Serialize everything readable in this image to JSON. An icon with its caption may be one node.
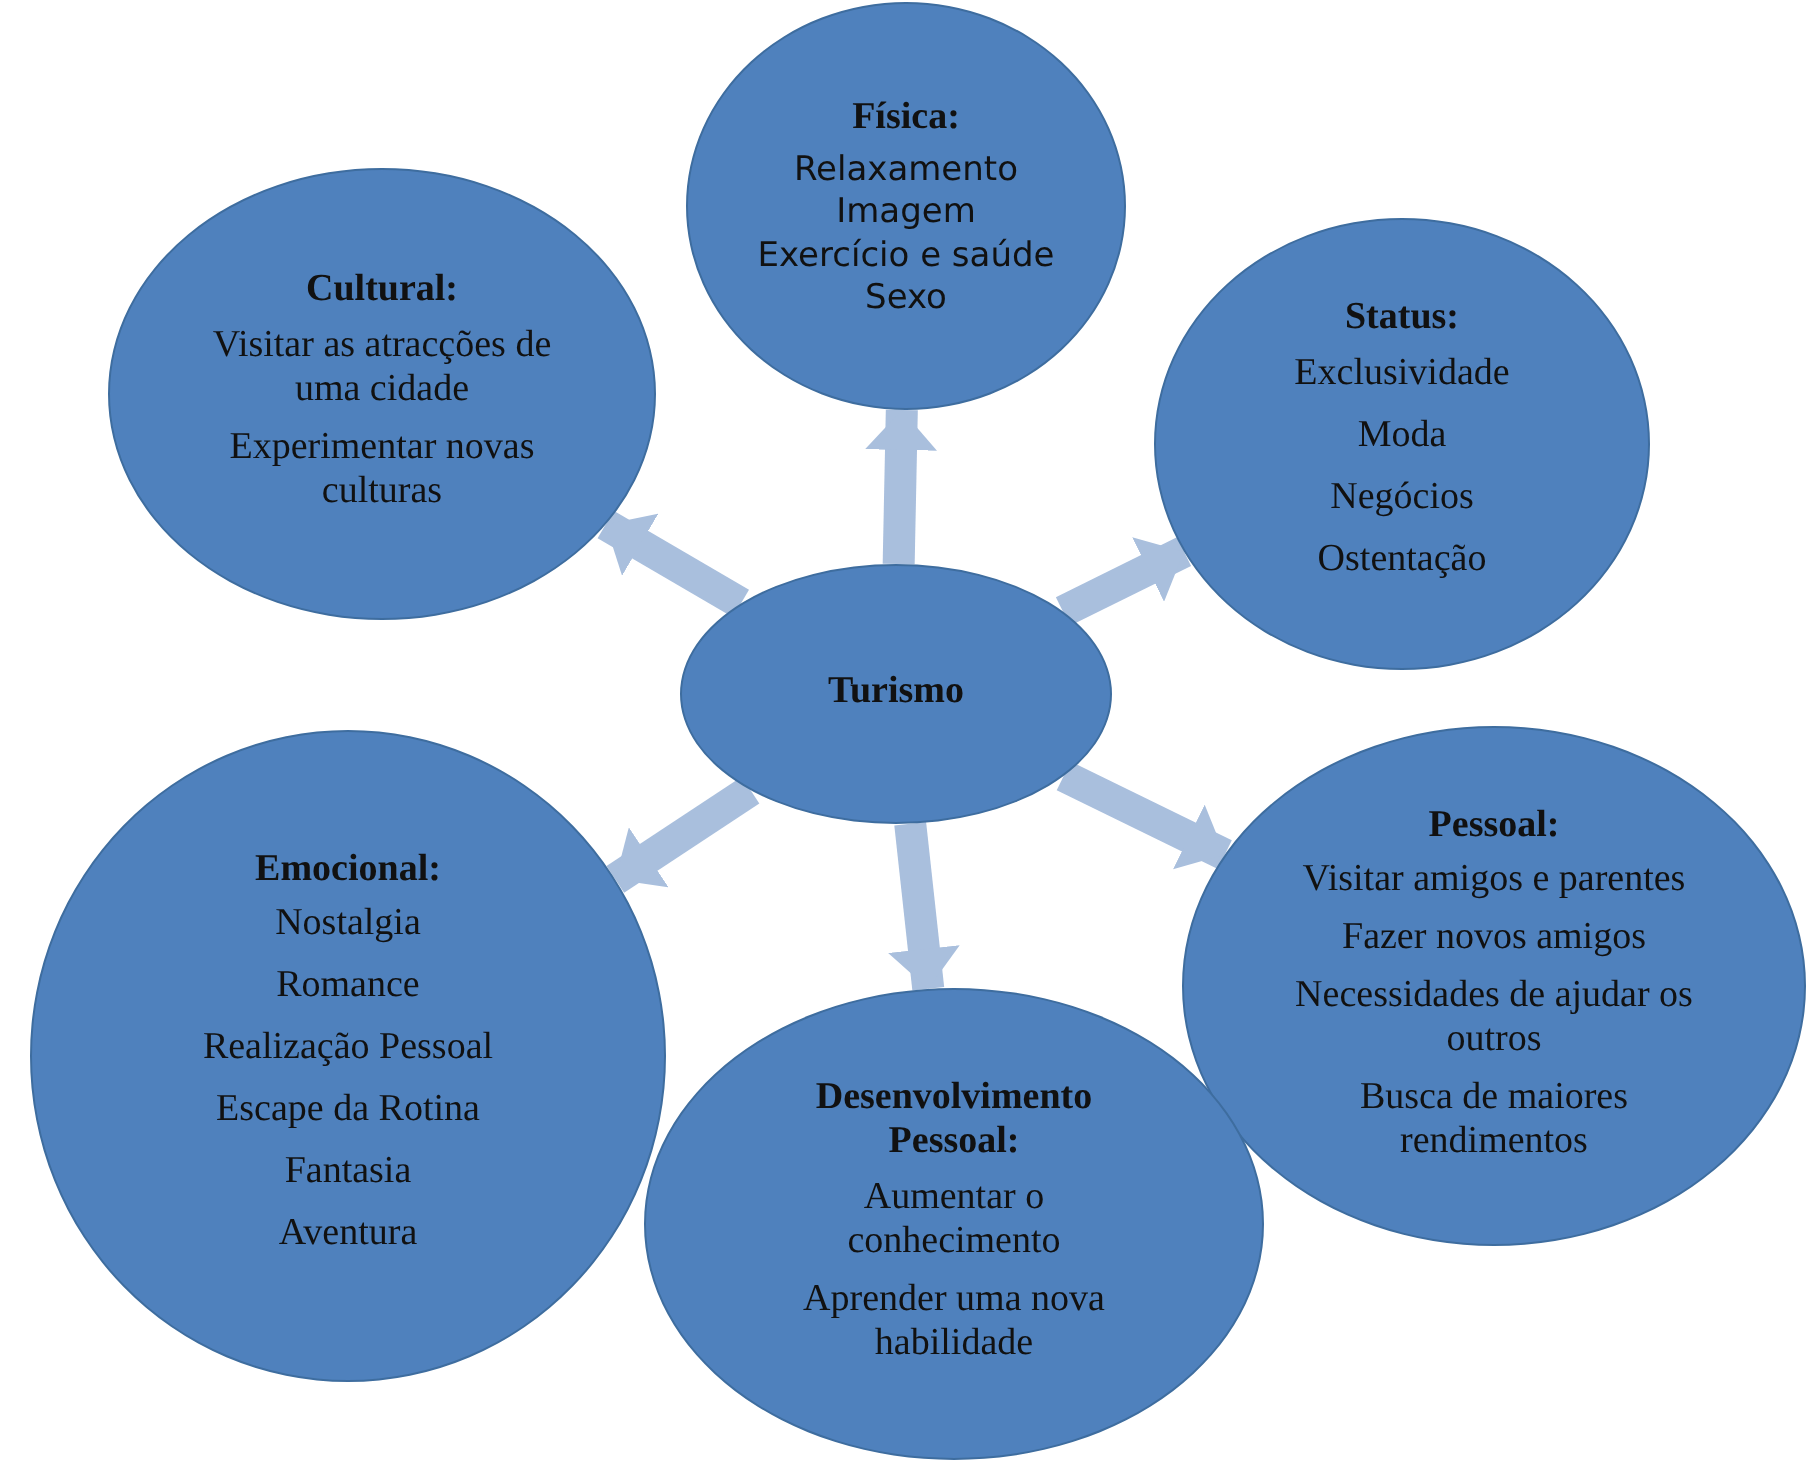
{
  "diagram": {
    "nodes": [
      {
        "text": [
          "Física:",
          "Relaxamento",
          "Imagem",
          "Exercício e saúde",
          "Sexo"
        ]
      },
      {
        "text": [
          "Cultural:",
          "Visitar as atracções de uma cidade",
          "Experimentar novas culturas"
        ]
      },
      {
        "text": [
          "Status:",
          "Exclusividade",
          "Moda",
          "Negócios",
          "Ostentação"
        ]
      },
      {
        "text": [
          "Turismo"
        ]
      },
      {
        "text": [
          "Emocional:",
          "Nostalgia",
          "Romance",
          "Realização Pessoal",
          "Escape da Rotina",
          "Fantasia",
          "Aventura"
        ]
      },
      {
        "text": [
          "Pessoal:",
          "Visitar amigos e parentes",
          "Fazer novos amigos",
          "Necessidades de ajudar os outros",
          "Busca de maiores rendimentos"
        ]
      },
      {
        "text": [
          "Desenvolvimento Pessoal:",
          "Aumentar o conhecimento",
          "Aprender uma nova habilidade"
        ]
      }
    ],
    "edges": [
      {
        "from": 3,
        "to": 0,
        "arrow": "to"
      },
      {
        "from": 3,
        "to": 2,
        "arrow": "to"
      },
      {
        "from": 3,
        "to": 5,
        "arrow": "to"
      },
      {
        "from": 3,
        "to": 6,
        "arrow": "to"
      },
      {
        "from": 3,
        "to": 4,
        "arrow": "to"
      },
      {
        "from": 3,
        "to": 1,
        "arrow": "to"
      }
    ]
  }
}
